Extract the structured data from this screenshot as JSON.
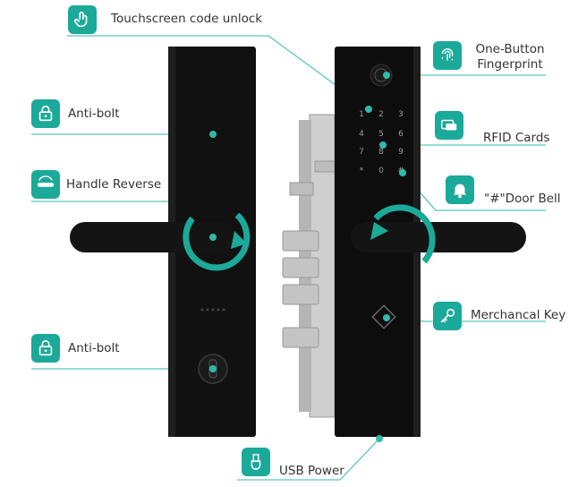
{
  "colors": {
    "accent": "#1ba99a",
    "panel": "#0d0d0d",
    "line": "#2fb9aa",
    "text": "#333333"
  },
  "callouts": {
    "touchscreen": {
      "label": "Touchscreen code unlock",
      "icon": "hand-touch-icon"
    },
    "fingerprint": {
      "label_line1": "One-Button",
      "label_line2": "Fingerprint",
      "icon": "fingerprint-icon"
    },
    "rfid": {
      "label": "RFID Cards",
      "icon": "rfid-card-icon"
    },
    "doorbell": {
      "label": "\"#\"Door Bell",
      "icon": "bell-icon"
    },
    "key": {
      "label": "Merchancal Key",
      "icon": "key-icon"
    },
    "usb": {
      "label": "USB Power",
      "icon": "usb-plug-icon"
    },
    "antibolt_top": {
      "label": "Anti-bolt",
      "icon": "padlock-icon"
    },
    "handle_reverse": {
      "label": "Handle Reverse",
      "icon": "handle-icon"
    },
    "antibolt_bottom": {
      "label": "Anti-bolt",
      "icon": "padlock-icon"
    }
  },
  "keypad": {
    "keys": [
      "1",
      "2",
      "3",
      "4",
      "5",
      "6",
      "7",
      "8",
      "9",
      "*",
      "0",
      "#"
    ]
  }
}
